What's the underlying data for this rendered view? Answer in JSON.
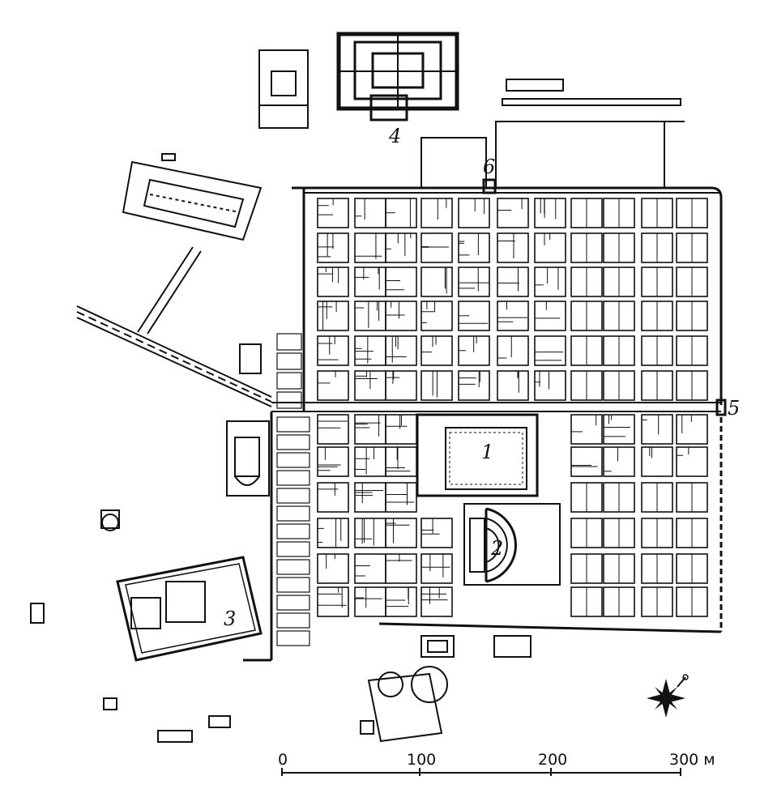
{
  "map": {
    "labels": {
      "forum": "1",
      "theatre": "2",
      "temple": "3",
      "baths": "4",
      "east_gate": "5",
      "north_gate": "6"
    },
    "scale": {
      "ticks": [
        "0",
        "100",
        "200",
        "300 м"
      ]
    },
    "colors": {
      "ink": "#111111",
      "paper": "#ffffff"
    },
    "icons": [
      "compass-rose-icon"
    ]
  }
}
